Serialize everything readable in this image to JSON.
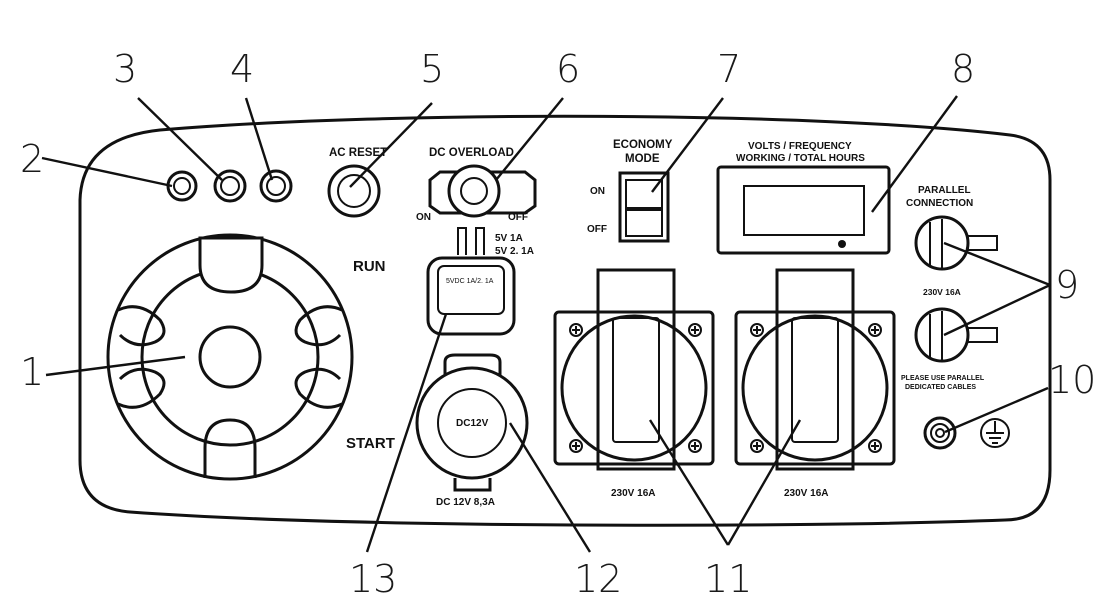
{
  "callouts": {
    "n1": "1",
    "n2": "2",
    "n3": "3",
    "n4": "4",
    "n5": "5",
    "n6": "6",
    "n7": "7",
    "n8": "8",
    "n9": "9",
    "n10": "10",
    "n11": "11",
    "n12": "12",
    "n13": "13"
  },
  "labels": {
    "ac_reset": "AC RESET",
    "dc_overload": "DC OVERLOAD",
    "dc_on": "ON",
    "dc_off": "OFF",
    "economy_line1": "ECONOMY",
    "economy_line2": "MODE",
    "eco_on": "ON",
    "eco_off": "OFF",
    "display_line1": "VOLTS / FREQUENCY",
    "display_line2": "WORKING / TOTAL HOURS",
    "parallel_line1": "PARALLEL",
    "parallel_line2": "CONNECTION",
    "parallel_rating": "230V 16A",
    "parallel_note1": "PLEASE USE PARALLEL",
    "parallel_note2": "DEDICATED CABLES",
    "run": "RUN",
    "start": "START",
    "usb_rating1": "5V 1A",
    "usb_rating2": "5V 2. 1A",
    "usb_face": "5VDC 1A/2. 1A",
    "dc12_face": "DC12V",
    "dc12_rating": "DC 12V  8,3A",
    "socket1_rating": "230V 16A",
    "socket2_rating": "230V 16A"
  }
}
